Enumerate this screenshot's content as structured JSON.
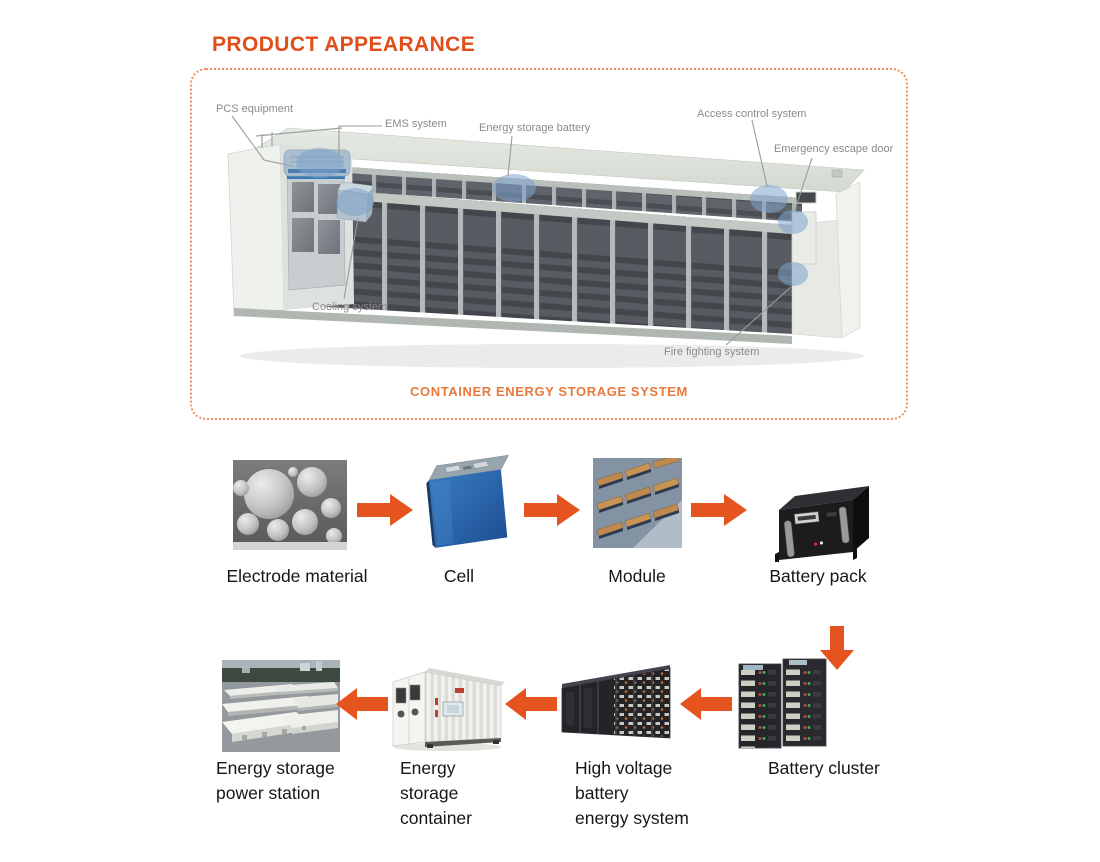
{
  "title": "PRODUCT APPEARANCE",
  "diagram": {
    "caption": "CONTAINER ENERGY STORAGE SYSTEM",
    "callouts": {
      "pcs": "PCS equipment",
      "ems": "EMS system",
      "battery": "Energy storage battery",
      "access": "Access control system",
      "escape": "Emergency escape door",
      "cooling": "Cooling system",
      "fire": "Fire fighting system"
    }
  },
  "flow": {
    "row1": {
      "electrode": "Electrode material",
      "cell": "Cell",
      "module": "Module",
      "pack": "Battery pack"
    },
    "row2": {
      "cluster": "Battery cluster",
      "hv": "High voltage\nbattery\nenergy system",
      "container": "Energy\nstorage\ncontainer",
      "station": "Energy storage\npower station"
    }
  },
  "colors": {
    "accent": "#E14E1A",
    "caption_orange": "#E8793C",
    "arrow_orange": "#E5531E",
    "border_orange": "#F0935B",
    "callout_gray": "#8A8A8A",
    "text_dark": "#161616",
    "highlight_blue": "#7FA3CC"
  }
}
